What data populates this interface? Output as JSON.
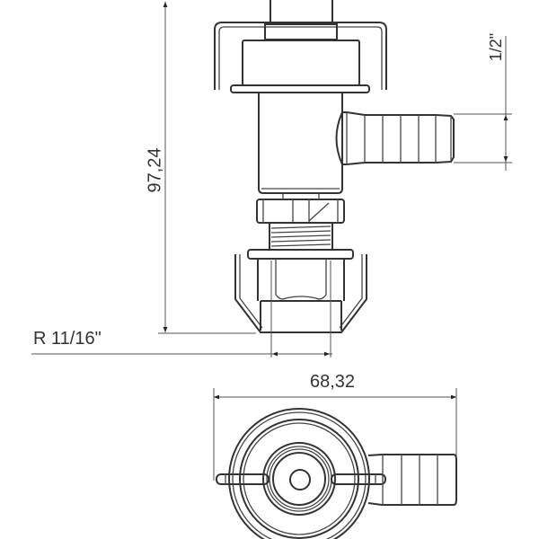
{
  "dimensions": {
    "height": "97,24",
    "hose_size": "1/2\"",
    "thread": "R 11/16\"",
    "width": "68,32"
  }
}
